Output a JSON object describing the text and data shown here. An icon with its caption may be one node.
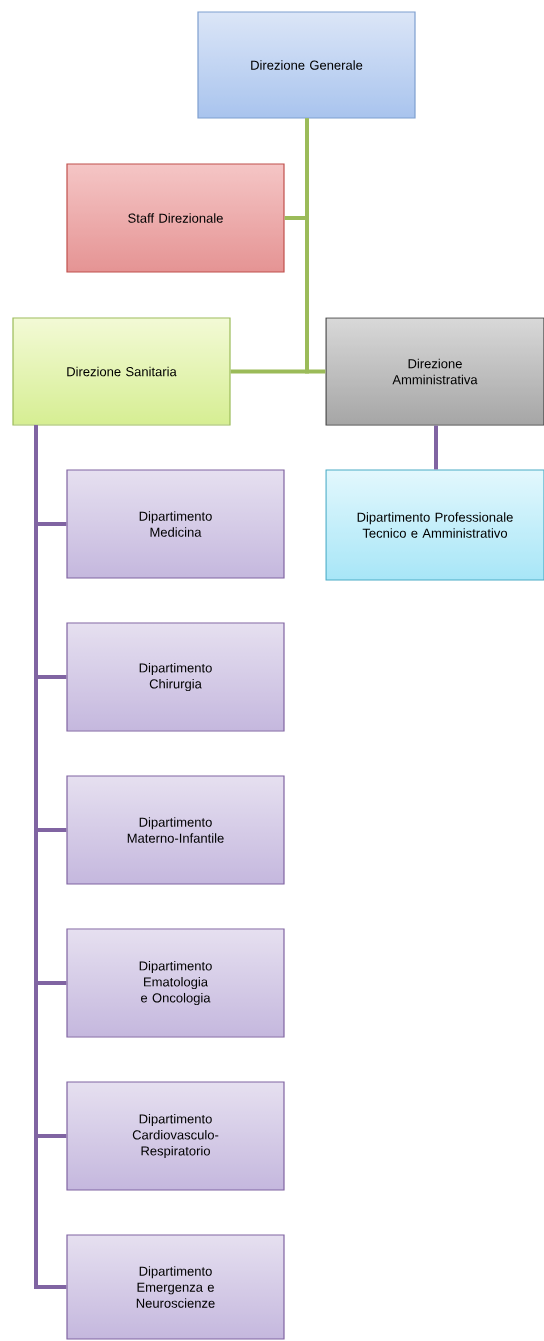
{
  "diagram": {
    "nodes": [
      {
        "text": [
          "Direzione Generale"
        ]
      },
      {
        "text": [
          "Staff Direzionale"
        ]
      },
      {
        "text": [
          "Direzione Sanitaria"
        ]
      },
      {
        "text": [
          "Direzione Amministrativa"
        ]
      },
      {
        "text": [
          "Dipartimento Professionale Tecnico e Amministrativo"
        ]
      },
      {
        "text": [
          "Dipartimento Medicina"
        ]
      },
      {
        "text": [
          "Dipartimento Chirurgia"
        ]
      },
      {
        "text": [
          "Dipartimento Materno-Infantile"
        ]
      },
      {
        "text": [
          "Dipartimento Ematologia e Oncologia"
        ]
      },
      {
        "text": [
          "Dipartimento Cardiovasculo-Respiratorio"
        ]
      },
      {
        "text": [
          "Dipartimento Emergenza e Neuroscienze"
        ]
      }
    ],
    "edges": [
      {
        "from": 0,
        "to": 1,
        "arrow": "none",
        "color": "#9bbb59"
      },
      {
        "from": 0,
        "to": 2,
        "arrow": "none",
        "color": "#9bbb59"
      },
      {
        "from": 0,
        "to": 3,
        "arrow": "none",
        "color": "#9bbb59"
      },
      {
        "from": 3,
        "to": 4,
        "arrow": "none"
      },
      {
        "from": 2,
        "to": 5,
        "arrow": "none"
      },
      {
        "from": 2,
        "to": 6,
        "arrow": "none"
      },
      {
        "from": 2,
        "to": 7,
        "arrow": "none"
      },
      {
        "from": 2,
        "to": 8,
        "arrow": "none"
      },
      {
        "from": 2,
        "to": 9,
        "arrow": "none"
      },
      {
        "from": 2,
        "to": 10,
        "arrow": "none"
      }
    ]
  }
}
